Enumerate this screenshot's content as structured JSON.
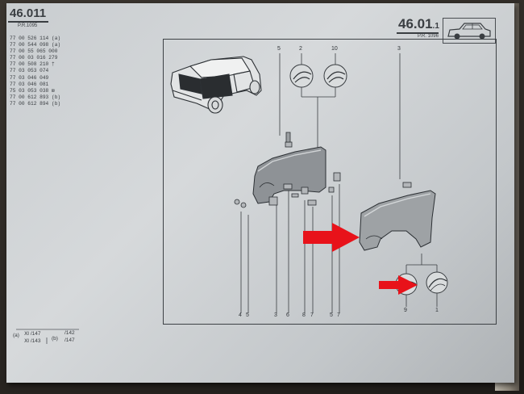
{
  "header": {
    "page_id": "46.011",
    "page_id_sub": "P.R.1095",
    "page_code": "46.01",
    "page_code_suffix": ".1",
    "page_code_sub": "P.R. 1096"
  },
  "part_numbers": [
    "77 00 526 114 (a)",
    "77 00 544 098 (a)",
    "77 00 55 065 000",
    "77 00 03 016 279",
    "77 00 508 210 †",
    "77 03 053 074",
    "77 03 046 049",
    "77 03 046 081",
    "75 03 053 038 ⊠",
    "77 00 612 893 (b)",
    "77 00 612 894 (b)"
  ],
  "callouts_top": [
    "5",
    "2",
    "10",
    "3"
  ],
  "callouts_bottom": [
    "4",
    "5",
    "3",
    "6",
    "8",
    "7",
    "5",
    "7",
    "9",
    "1"
  ],
  "footer": {
    "a_label": "(a)",
    "a_values": [
      "Ⅺ /147",
      "Ⅺ /143"
    ],
    "b_label": "(b)",
    "b_values": [
      "/142",
      "/147"
    ]
  },
  "colors": {
    "arrow": "#e8121a",
    "paper": "#d2d5d7",
    "ink": "#3a3e42"
  },
  "icons": [
    "car-front-icon",
    "car-side-icon",
    "red-arrow-icon"
  ]
}
